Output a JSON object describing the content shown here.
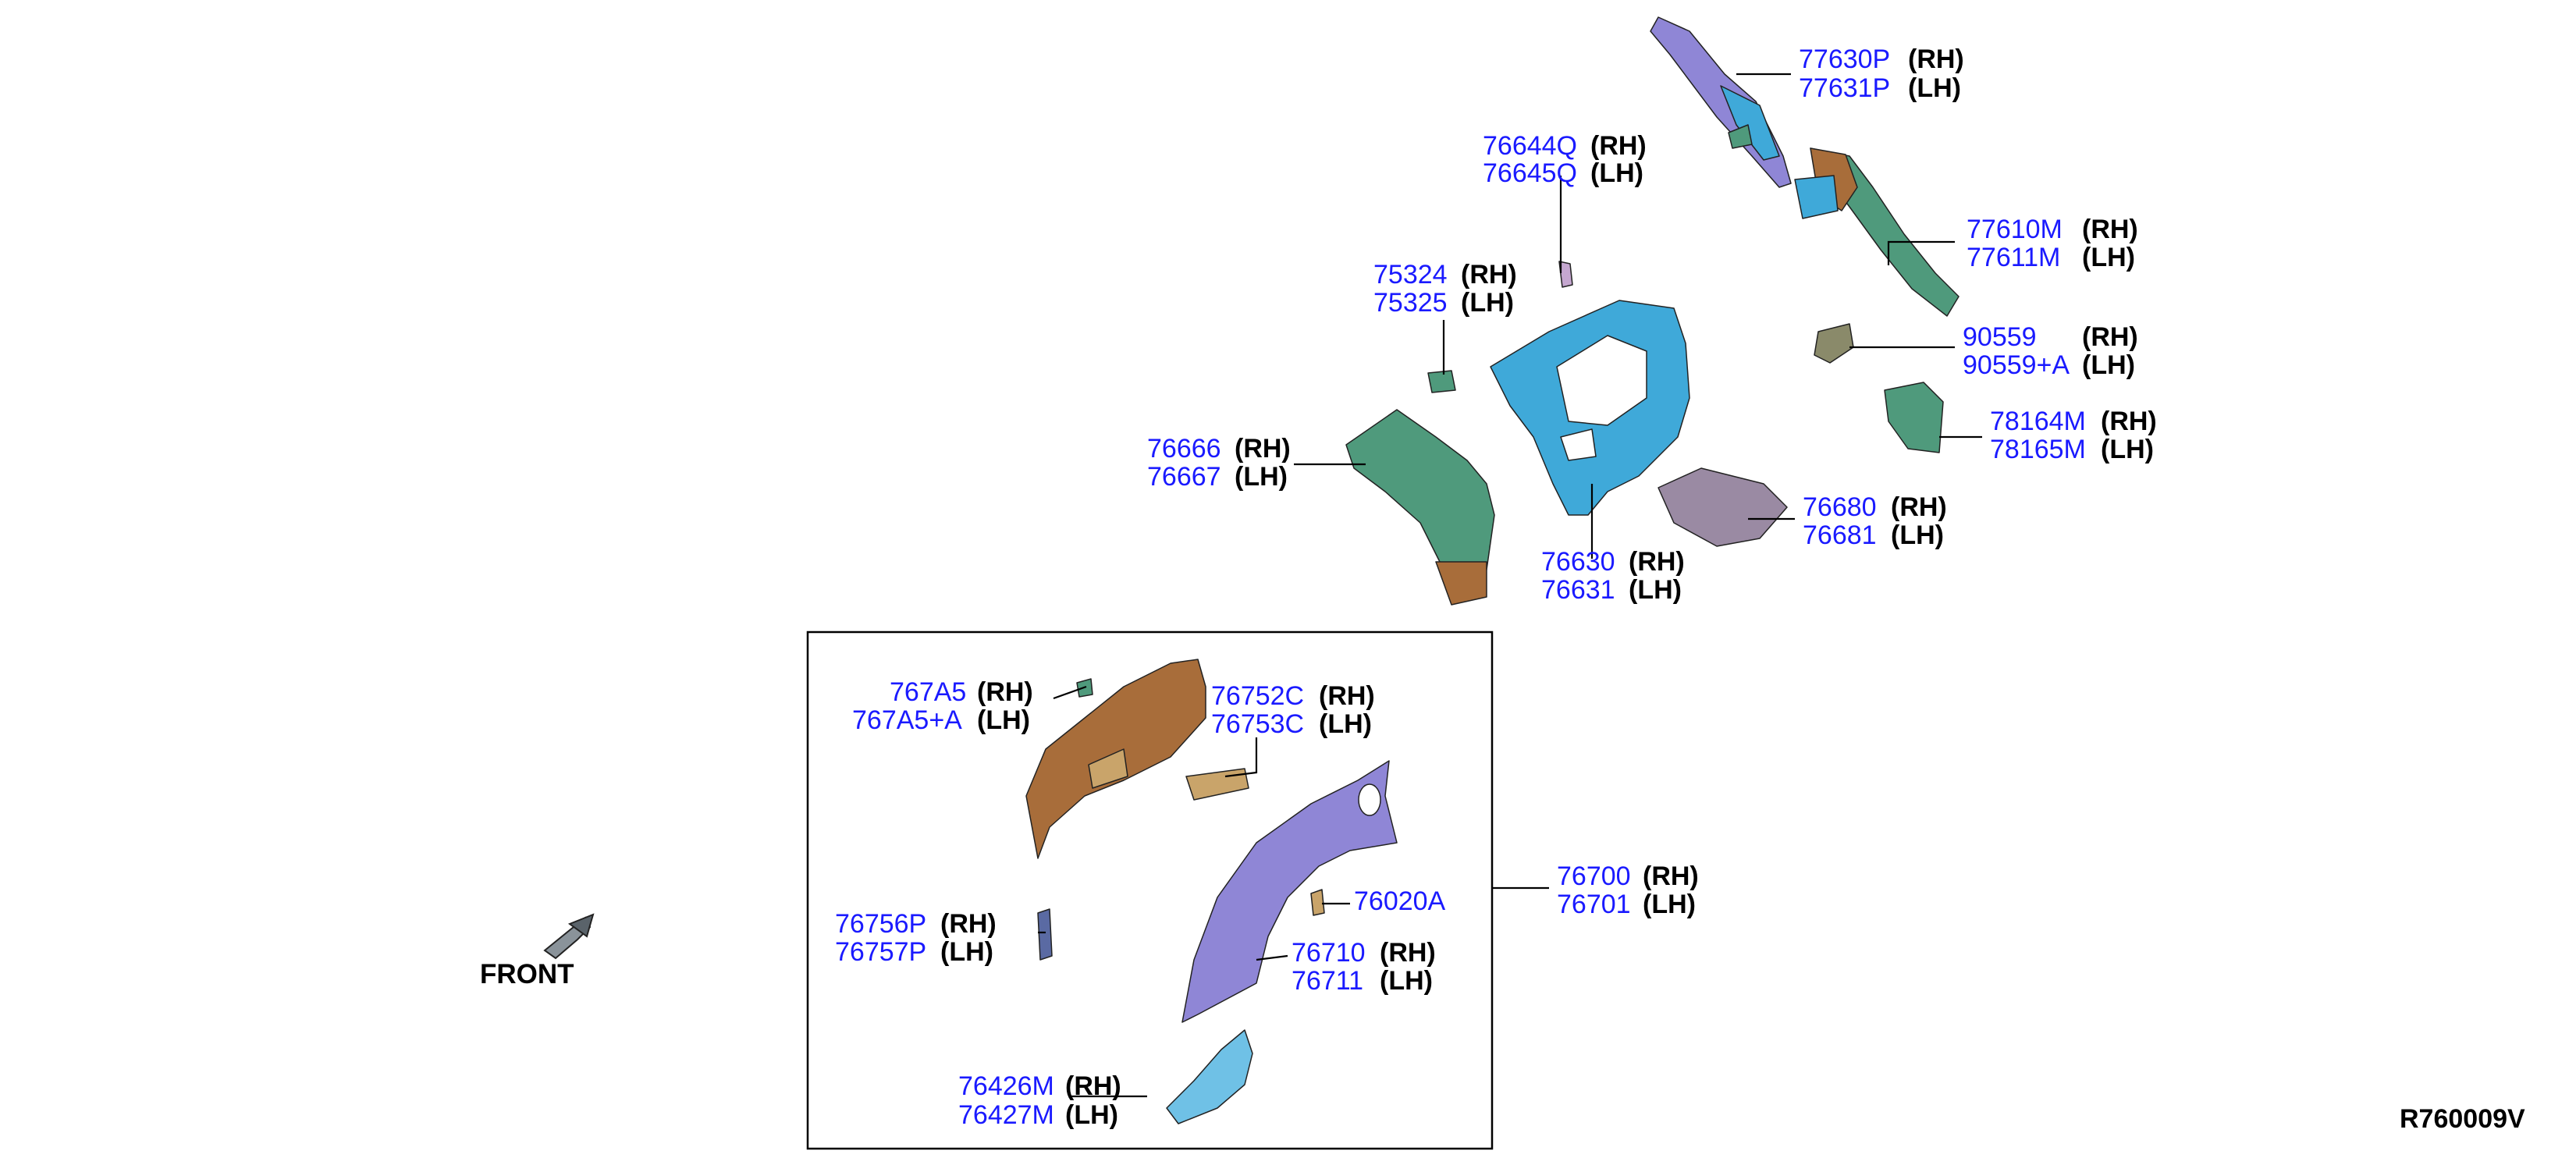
{
  "colors": {
    "part_number": "#1a1aff",
    "side_text": "#000000",
    "part_blue": "#3fa9d9",
    "part_green": "#4f9a7c",
    "part_purple": "#8f86d6",
    "part_brown": "#a86d3a",
    "part_mauve": "#9a8aa3",
    "part_tan": "#c9a46a"
  },
  "callouts": {
    "c77630": {
      "pn1": "77630P",
      "sd1": "(RH)",
      "pn2": "77631P",
      "sd2": "(LH)"
    },
    "c76644": {
      "pn1": "76644Q",
      "sd1": "(RH)",
      "pn2": "76645Q",
      "sd2": "(LH)"
    },
    "c77610": {
      "pn1": "77610M",
      "sd1": "(RH)",
      "pn2": "77611M",
      "sd2": "(LH)"
    },
    "c75324": {
      "pn1": "75324",
      "sd1": "(RH)",
      "pn2": "75325",
      "sd2": "(LH)"
    },
    "c90559": {
      "pn1": "90559",
      "sd1": "(RH)",
      "pn2": "90559+A",
      "sd2": "(LH)"
    },
    "c78164": {
      "pn1": "78164M",
      "sd1": "(RH)",
      "pn2": "78165M",
      "sd2": "(LH)"
    },
    "c76666": {
      "pn1": "76666",
      "sd1": "(RH)",
      "pn2": "76667",
      "sd2": "(LH)"
    },
    "c76680": {
      "pn1": "76680",
      "sd1": "(RH)",
      "pn2": "76681",
      "sd2": "(LH)"
    },
    "c76630": {
      "pn1": "76630",
      "sd1": "(RH)",
      "pn2": "76631",
      "sd2": "(LH)"
    },
    "c767A5": {
      "pn1": "767A5",
      "sd1": "(RH)",
      "pn2": "767A5+A",
      "sd2": "(LH)"
    },
    "c76752": {
      "pn1": "76752C",
      "sd1": "(RH)",
      "pn2": "76753C",
      "sd2": "(LH)"
    },
    "c76700": {
      "pn1": "76700",
      "sd1": "(RH)",
      "pn2": "76701",
      "sd2": "(LH)"
    },
    "c76756": {
      "pn1": "76756P",
      "sd1": "(RH)",
      "pn2": "76757P",
      "sd2": "(LH)"
    },
    "c76020": {
      "pn1": "76020A"
    },
    "c76710": {
      "pn1": "76710",
      "sd1": "(RH)",
      "pn2": "76711",
      "sd2": "(LH)"
    },
    "c76426": {
      "pn1": "76426M",
      "sd1": "(RH)",
      "pn2": "76427M",
      "sd2": "(LH)"
    }
  },
  "front_label": "FRONT",
  "diagram_code": "R760009V"
}
